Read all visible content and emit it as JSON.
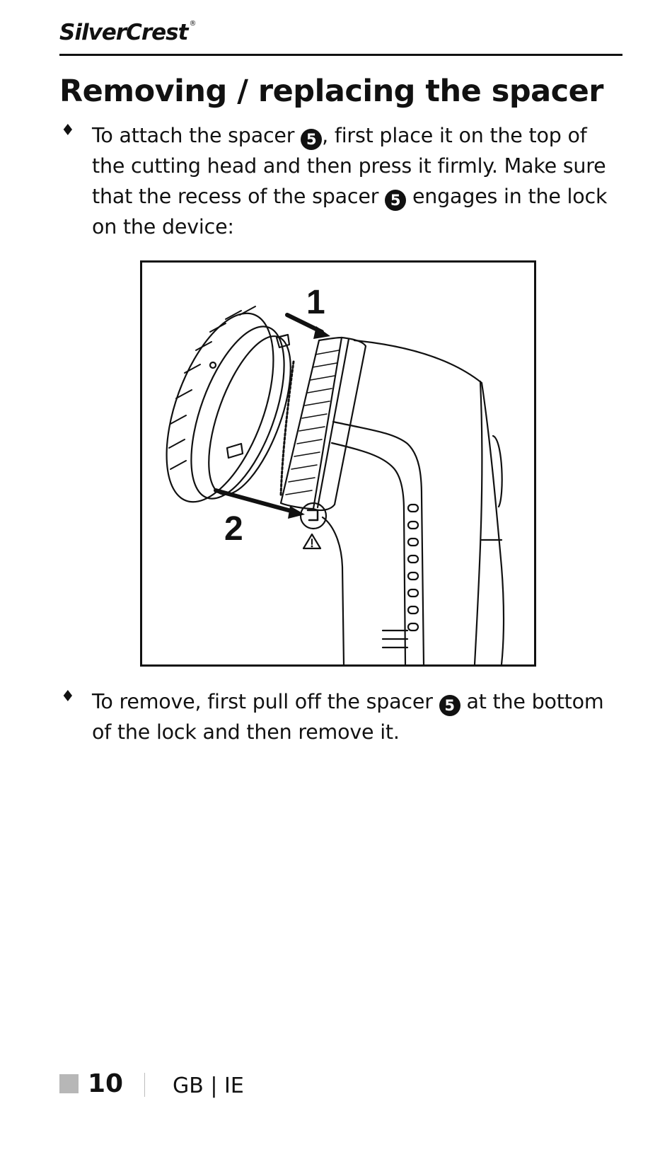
{
  "header": {
    "brand": "SilverCrest",
    "brand_mark": "®"
  },
  "section": {
    "title": "Removing / replacing the spacer"
  },
  "instructions": [
    {
      "bullet": "♦",
      "parts": [
        "To attach the spacer ",
        "5",
        ", first place it on the top of the cutting head and then press it firmly. Make sure that the recess of the spacer ",
        "5",
        " engages in the lock on the device:"
      ]
    },
    {
      "bullet": "♦",
      "parts": [
        "To remove, first pull off the spacer ",
        "5",
        " at the bottom of the lock and then remove it."
      ]
    }
  ],
  "figure": {
    "callouts": [
      "1",
      "2"
    ],
    "warning_icon": "warning-triangle-icon"
  },
  "footer": {
    "page_number": "10",
    "languages": "GB | IE"
  }
}
